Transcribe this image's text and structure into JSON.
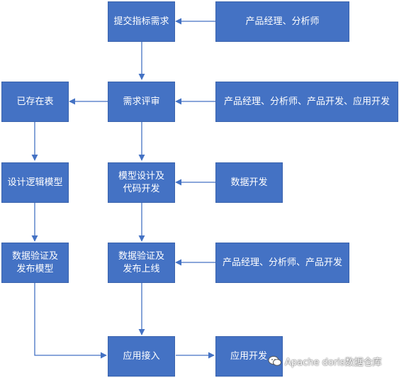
{
  "nodes": {
    "submit_requirement": "提交指标需求",
    "pm_analyst_1": "产品经理、分析师",
    "requirement_review": "需求评审",
    "pm_analyst_dev_1": "产品经理、分析师、产品开发、应用开发",
    "existing_table": "已存在表",
    "design_logical_model": "设计逻辑模型",
    "model_design_code_dev": "模型设计及\n代码开发",
    "data_dev": "数据开发",
    "data_validate_publish_model": "数据验证及\n发布模型",
    "data_validate_release": "数据验证及\n发布上线",
    "pm_analyst_dev_2": "产品经理、分析师、产品开发",
    "app_access": "应用接入",
    "app_dev": "应用开发"
  },
  "watermark": {
    "text": "Apache doris数据仓库",
    "icon": "wechat-icon"
  },
  "colors": {
    "node_fill": "#4472c4",
    "node_text": "#ffffff",
    "edge": "#4472c4"
  }
}
